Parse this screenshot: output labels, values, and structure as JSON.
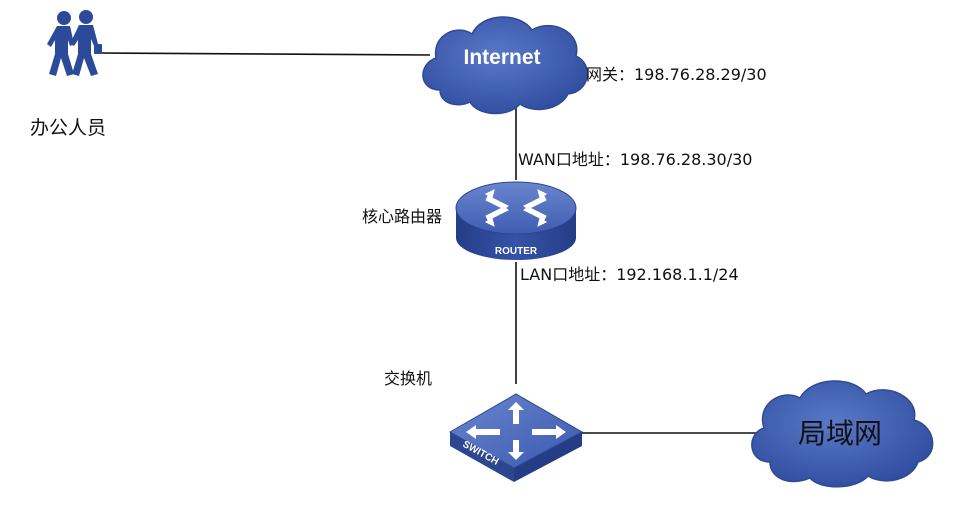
{
  "nodes": {
    "office_staff": {
      "label": "办公人员"
    },
    "internet": {
      "label": "Internet"
    },
    "core_router": {
      "label": "核心路由器",
      "device_text": "ROUTER"
    },
    "switch": {
      "label": "交换机",
      "device_text": "SWITCH"
    },
    "lan": {
      "label": "局域网"
    }
  },
  "annotations": {
    "gateway": "网关：198.76.28.29/30",
    "wan_address": "WAN口地址：198.76.28.30/30",
    "lan_address": "LAN口地址：192.168.1.1/24"
  },
  "edges": [
    {
      "from": "office_staff",
      "to": "internet"
    },
    {
      "from": "internet",
      "to": "core_router"
    },
    {
      "from": "core_router",
      "to": "switch"
    },
    {
      "from": "switch",
      "to": "lan"
    }
  ],
  "colors": {
    "cloud_fill": "#3c5aa6",
    "cloud_edge": "#2e4a93",
    "device_top": "#4a67b8",
    "device_side": "#2c4690",
    "people_fill": "#2c4a9a",
    "line": "#111111"
  }
}
